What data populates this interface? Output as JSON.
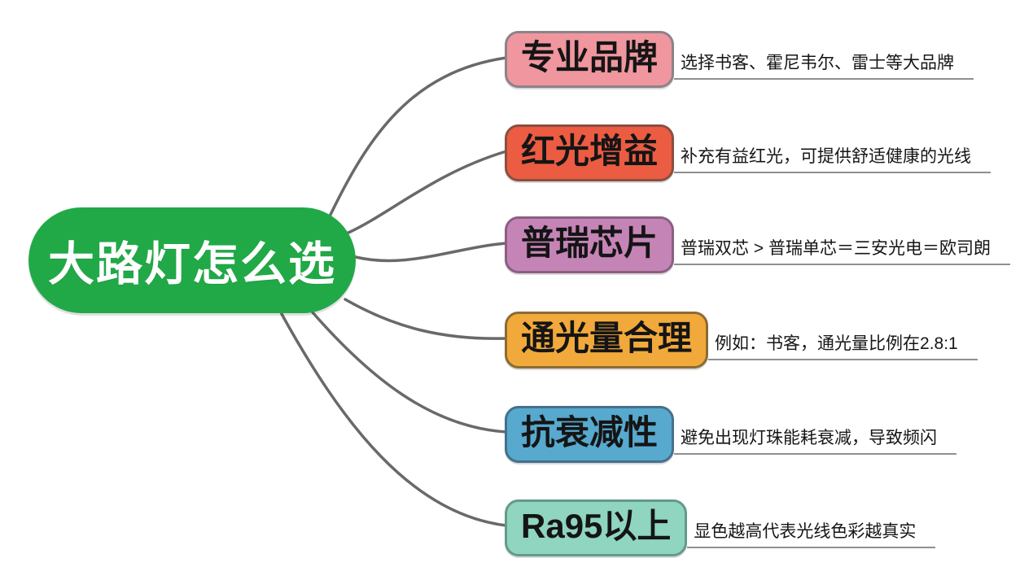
{
  "root": {
    "label": "大路灯怎么选",
    "color": "#21a947"
  },
  "connector_color": "#696969",
  "branches": [
    {
      "label": "专业品牌",
      "note": "选择书客、霍尼韦尔、雷士等大品牌",
      "fill": "#f0969f",
      "border": "#8d8289"
    },
    {
      "label": "红光增益",
      "note": "补充有益红光，可提供舒适健康的光线",
      "fill": "#ec5c42",
      "border": "#8a4f40"
    },
    {
      "label": "普瑞芯片",
      "note": "普瑞双芯 > 普瑞单芯＝三安光电＝欧司朗",
      "fill": "#c584b6",
      "border": "#8a5f82"
    },
    {
      "label": "通光量合理",
      "note": "例如：书客，通光量比例在2.8:1",
      "fill": "#f2a93b",
      "border": "#8a6c33"
    },
    {
      "label": "抗衰减性",
      "note": "避免出现灯珠能耗衰减，导致频闪",
      "fill": "#57a9ce",
      "border": "#45708c"
    },
    {
      "label": "Ra95以上",
      "note": "显色越高代表光线色彩越真实",
      "fill": "#8fd5bf",
      "border": "#649a8a"
    }
  ]
}
